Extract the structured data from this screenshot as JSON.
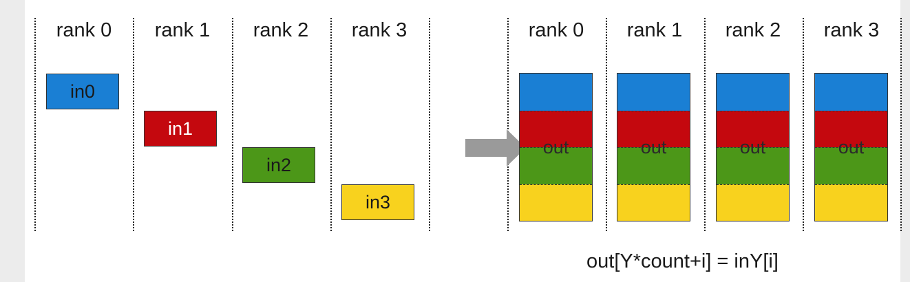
{
  "ranks_left": [
    "rank 0",
    "rank 1",
    "rank 2",
    "rank 3"
  ],
  "ranks_right": [
    "rank 0",
    "rank 1",
    "rank 2",
    "rank 3"
  ],
  "inputs": [
    {
      "label": "in0",
      "color": "#1a7fd4",
      "text_color": "#1a1a1a"
    },
    {
      "label": "in1",
      "color": "#c4080e",
      "text_color": "#ffffff"
    },
    {
      "label": "in2",
      "color": "#4c9718",
      "text_color": "#1a1a1a"
    },
    {
      "label": "in3",
      "color": "#f8d21e",
      "text_color": "#1a1a1a"
    }
  ],
  "outputs": [
    {
      "label": "out"
    },
    {
      "label": "out"
    },
    {
      "label": "out"
    },
    {
      "label": "out"
    }
  ],
  "arrow_color": "#9a9a9a",
  "formula": "out[Y*count+i] = inY[i]"
}
